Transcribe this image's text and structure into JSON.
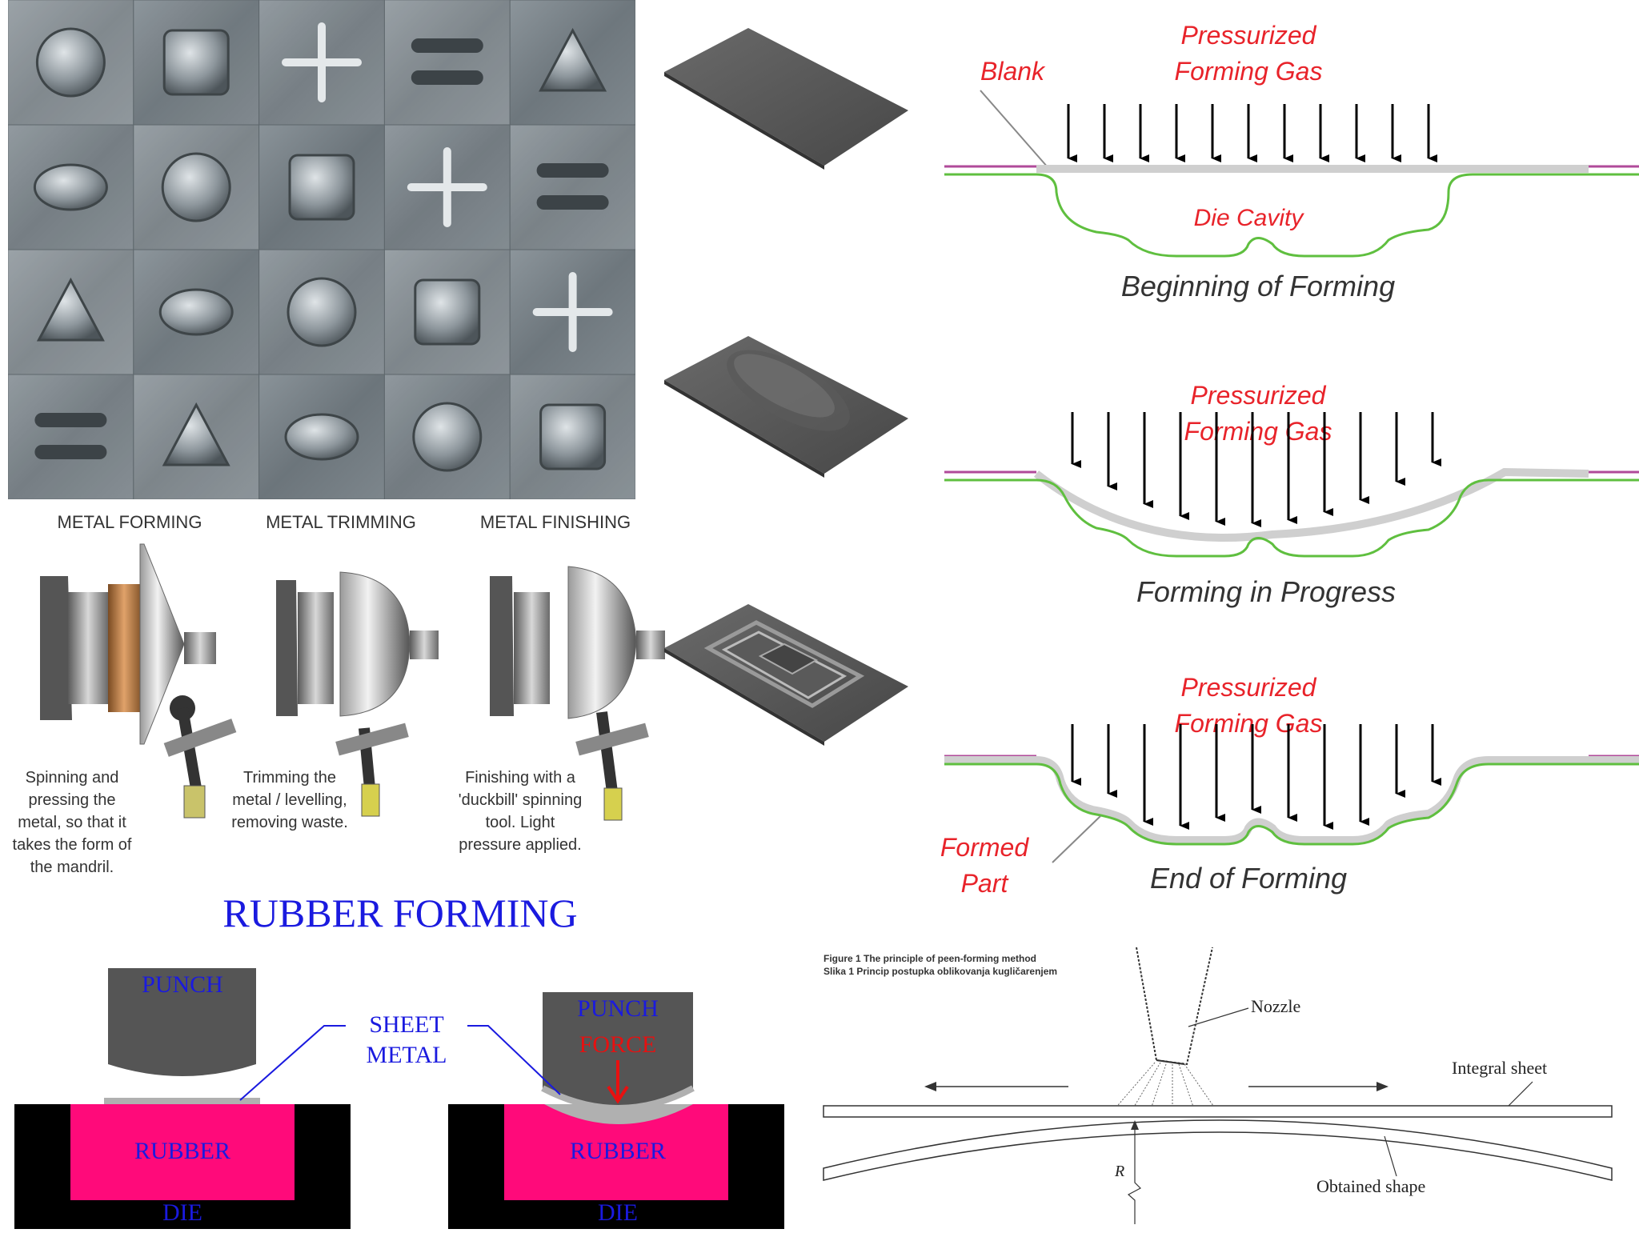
{
  "gas_forming": {
    "stages": [
      {
        "gas_label_1": "Pressurized",
        "gas_label_2": "Forming Gas",
        "caption": "Beginning of Forming",
        "blank_label": "Blank",
        "die_label": "Die Cavity"
      },
      {
        "gas_label_1": "Pressurized",
        "gas_label_2": "Forming Gas",
        "caption": "Forming in Progress"
      },
      {
        "gas_label_1": "Pressurized",
        "gas_label_2": "Forming Gas",
        "caption": "End of Forming",
        "part_label_1": "Formed",
        "part_label_2": "Part"
      }
    ],
    "colors": {
      "label_red": "#e8232a",
      "die_green": "#5fbf3f",
      "blank_purple": "#b04a9a",
      "sheet_grey": "#cfcfcf"
    }
  },
  "spinning": {
    "stages": [
      {
        "title": "METAL FORMING",
        "caption": [
          "Spinning and",
          "pressing the",
          "metal, so that it",
          "takes the form of",
          "the mandril."
        ]
      },
      {
        "title": "METAL TRIMMING",
        "caption": [
          "Trimming the",
          "metal / levelling,",
          "removing waste."
        ]
      },
      {
        "title": "METAL FINISHING",
        "caption": [
          "Finishing with a",
          "'duckbill' spinning",
          "tool. Light",
          "pressure applied."
        ]
      }
    ]
  },
  "rubber_forming": {
    "title": "RUBBER FORMING",
    "punch": "PUNCH",
    "punch_force_1": "PUNCH",
    "punch_force_2": "FORCE",
    "sheet_1": "SHEET",
    "sheet_2": "METAL",
    "rubber": "RUBBER",
    "die": "DIE",
    "colors": {
      "rubber": "#ff0a7a",
      "die": "#000000",
      "punch": "#555555",
      "text_blue": "#1a1adf",
      "force_red": "#e81010"
    }
  },
  "peen_forming": {
    "figure_line_1": "Figure 1  The principle of peen-forming method",
    "figure_line_2": "Slika 1    Princip postupka oblikovanja kugličarenjem",
    "nozzle": "Nozzle",
    "integral_sheet": "Integral sheet",
    "obtained_shape": "Obtained shape",
    "radius": "R"
  },
  "emboss_grid": {
    "shapes": [
      "clover-icon",
      "ring-slots-icon",
      "asterisk-icon",
      "bars-icon",
      "circle-handles-icon",
      "spiral-icon",
      "pin-icon",
      "octagon-icon",
      "pyramid-icon",
      "tab-icon",
      "slot-pair-icon",
      "logo-text-icon",
      "lobes-icon",
      "dome-hole-icon",
      "cross-icon",
      "bell-icon",
      "button-icon",
      "bracket-pair-icon",
      "tall-slots-icon",
      "step-icon"
    ]
  }
}
